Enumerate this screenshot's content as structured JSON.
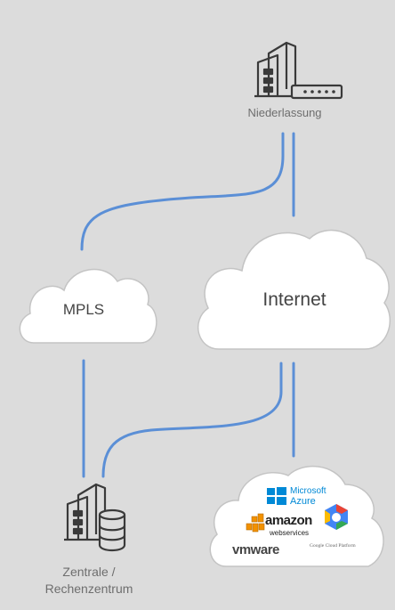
{
  "nodes": {
    "branch_label": "Niederlassung",
    "mpls_label": "MPLS",
    "internet_label": "Internet",
    "hq_label_line1": "Zentrale /",
    "hq_label_line2": "Rechenzentrum"
  },
  "cloud_providers": {
    "azure_line1": "Microsoft",
    "azure_line2": "Azure",
    "aws_line1": "amazon",
    "aws_line2": "webservices",
    "google": "Google Cloud Platform",
    "vmware": "vmware"
  },
  "colors": {
    "background": "#dcdcdc",
    "link": "#5b8fd6",
    "cloud_fill": "#ffffff",
    "cloud_stroke": "#c4c4c4",
    "icon": "#3a3a3a",
    "label": "#6e6e6e",
    "azure_blue": "#0089d6",
    "aws_orange": "#f29100"
  },
  "icons": {
    "branch": "office-building-with-router-icon",
    "hq": "office-building-with-database-icon",
    "mpls": "cloud-icon",
    "internet": "cloud-icon",
    "public_cloud": "cloud-icon",
    "azure": "microsoft-windows-logo",
    "aws": "amazon-cubes-logo",
    "google": "google-cloud-hexagon-logo"
  }
}
